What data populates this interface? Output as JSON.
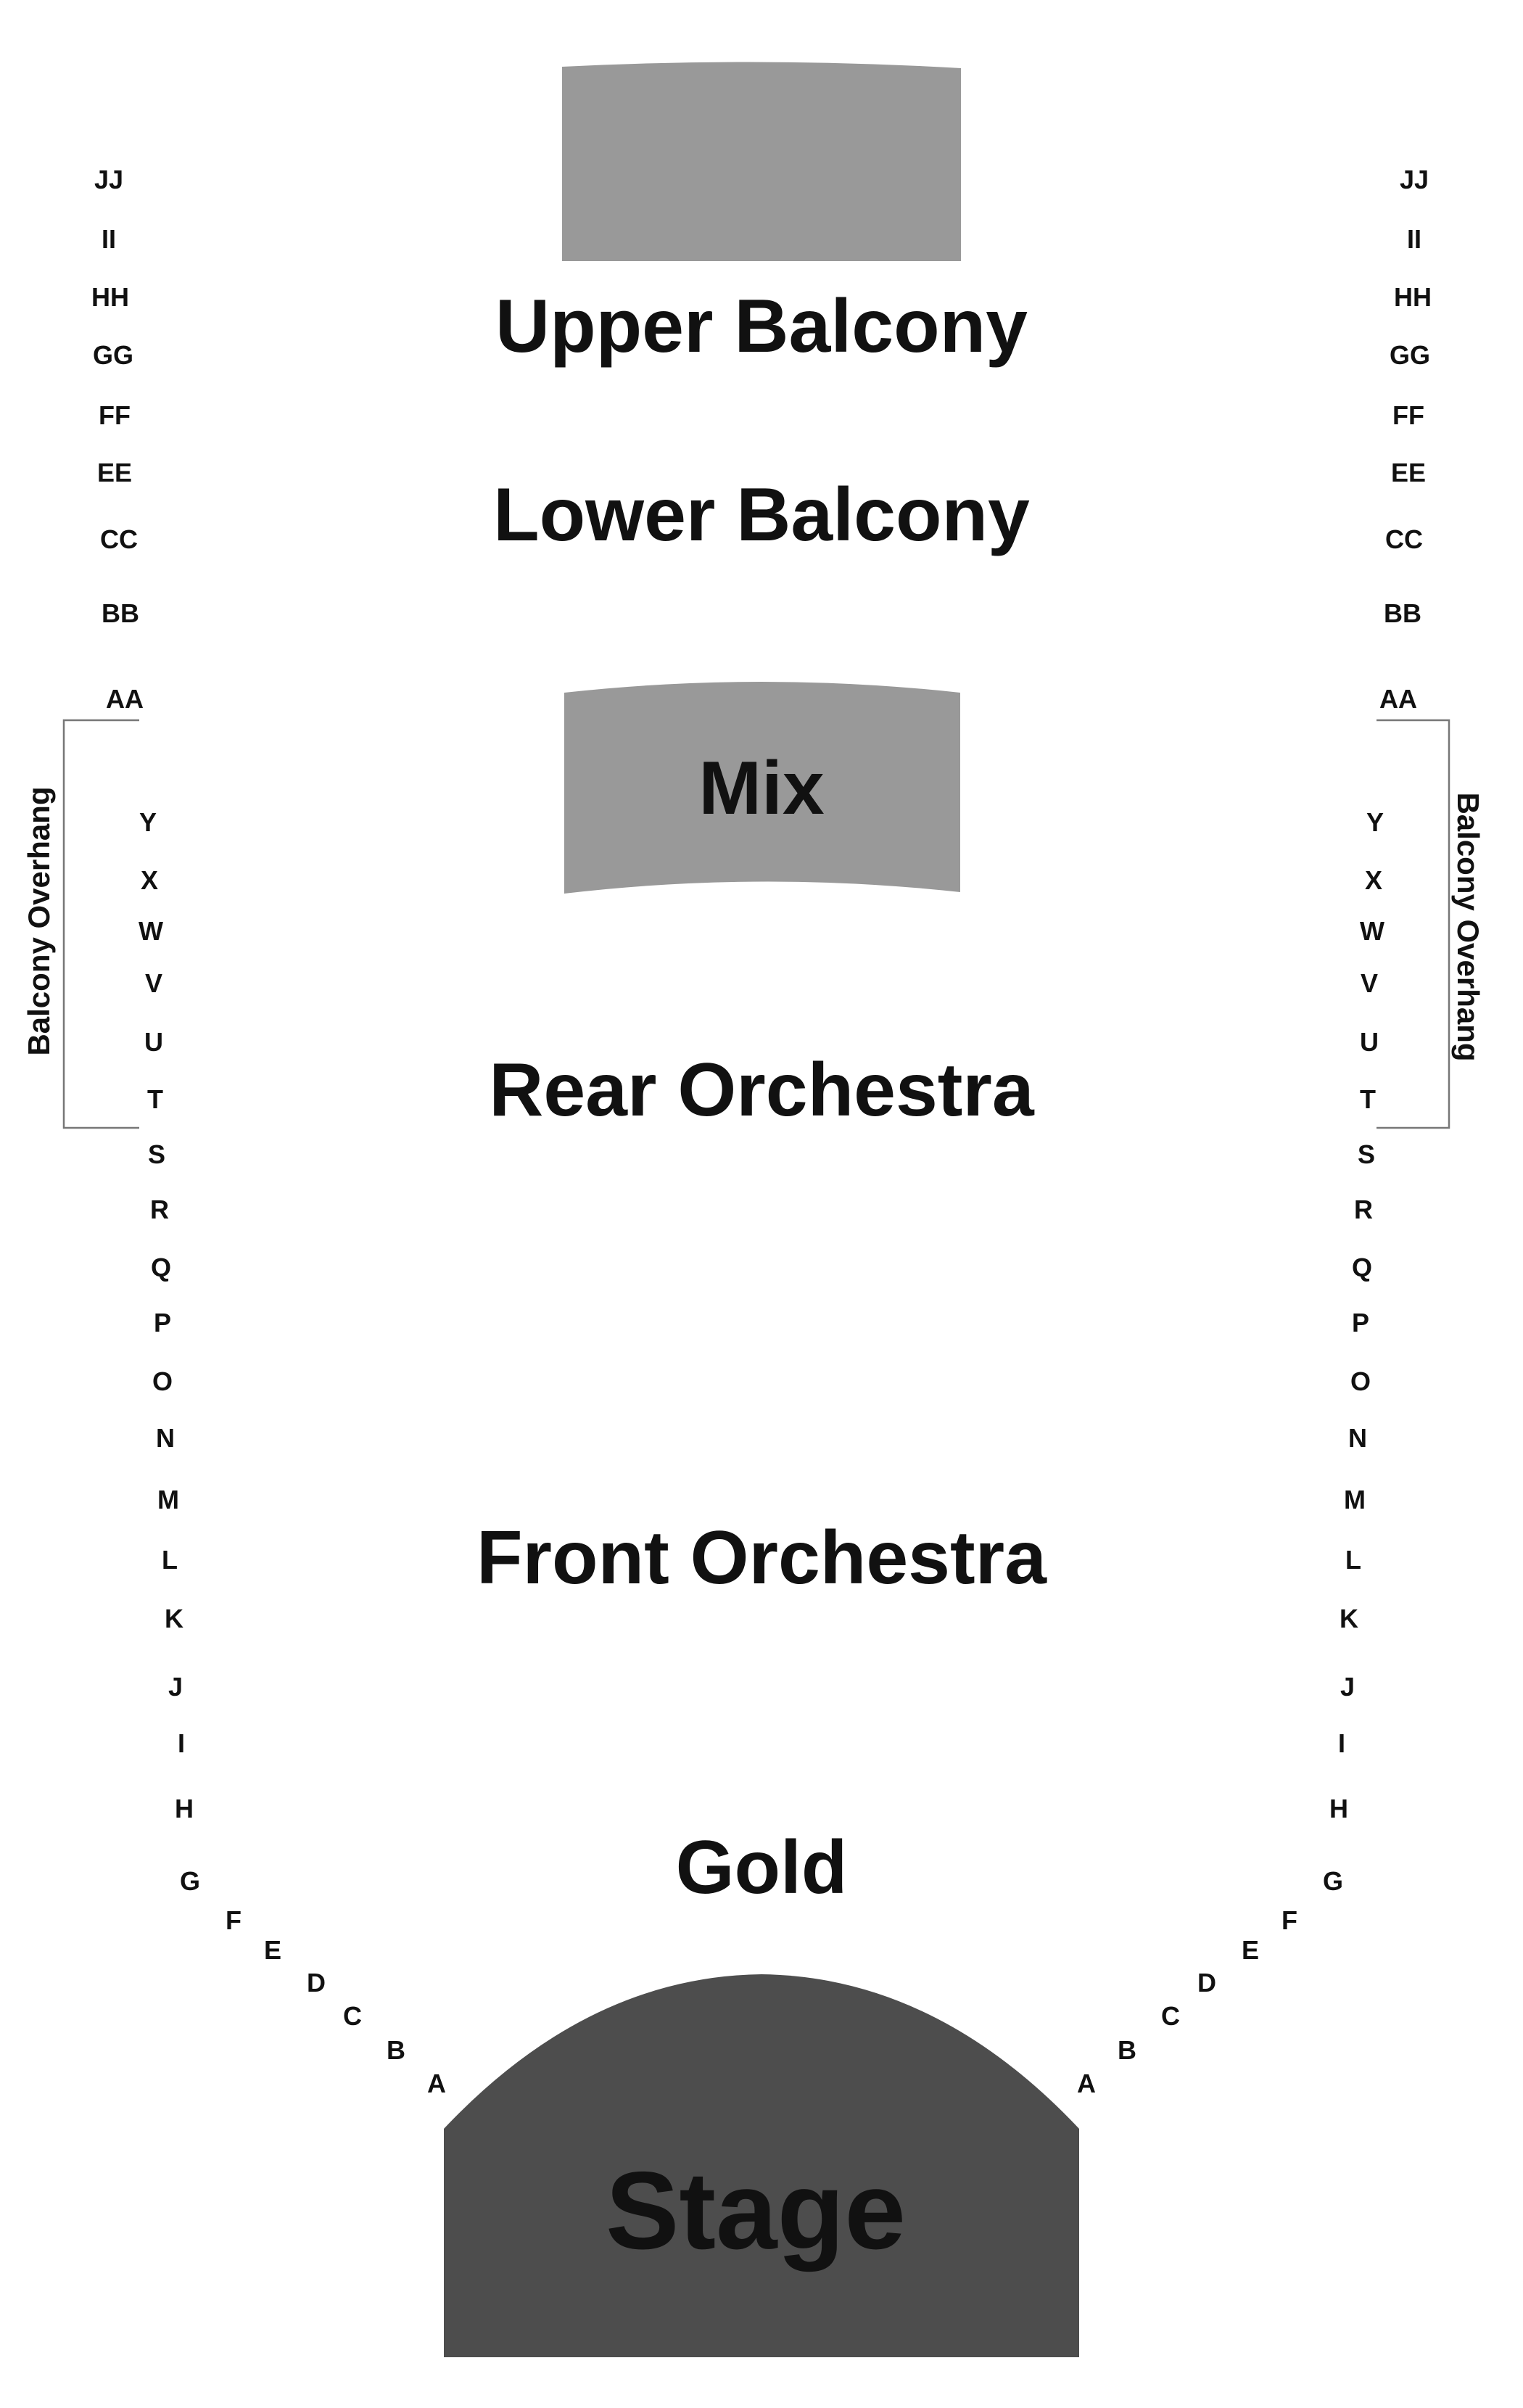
{
  "colors": {
    "block": "#999999",
    "stage": "#4d4d4d",
    "text": "#111111",
    "bracket": "#777777",
    "white_text": "#ffffff"
  },
  "sections": {
    "upper_balcony": "Upper Balcony",
    "lower_balcony": "Lower Balcony",
    "mix": "Mix",
    "rear_orchestra": "Rear Orchestra",
    "front_orchestra": "Front Orchestra",
    "gold": "Gold",
    "stage": "Stage"
  },
  "overhang": {
    "left": "Balcony Overhang",
    "right": "Balcony Overhang"
  },
  "rows": [
    "JJ",
    "II",
    "HH",
    "GG",
    "FF",
    "EE",
    "CC",
    "BB",
    "AA",
    "Y",
    "X",
    "W",
    "V",
    "U",
    "T",
    "S",
    "R",
    "Q",
    "P",
    "O",
    "N",
    "M",
    "L",
    "K",
    "J",
    "I",
    "H",
    "G",
    "F",
    "E",
    "D",
    "C",
    "B",
    "A"
  ]
}
